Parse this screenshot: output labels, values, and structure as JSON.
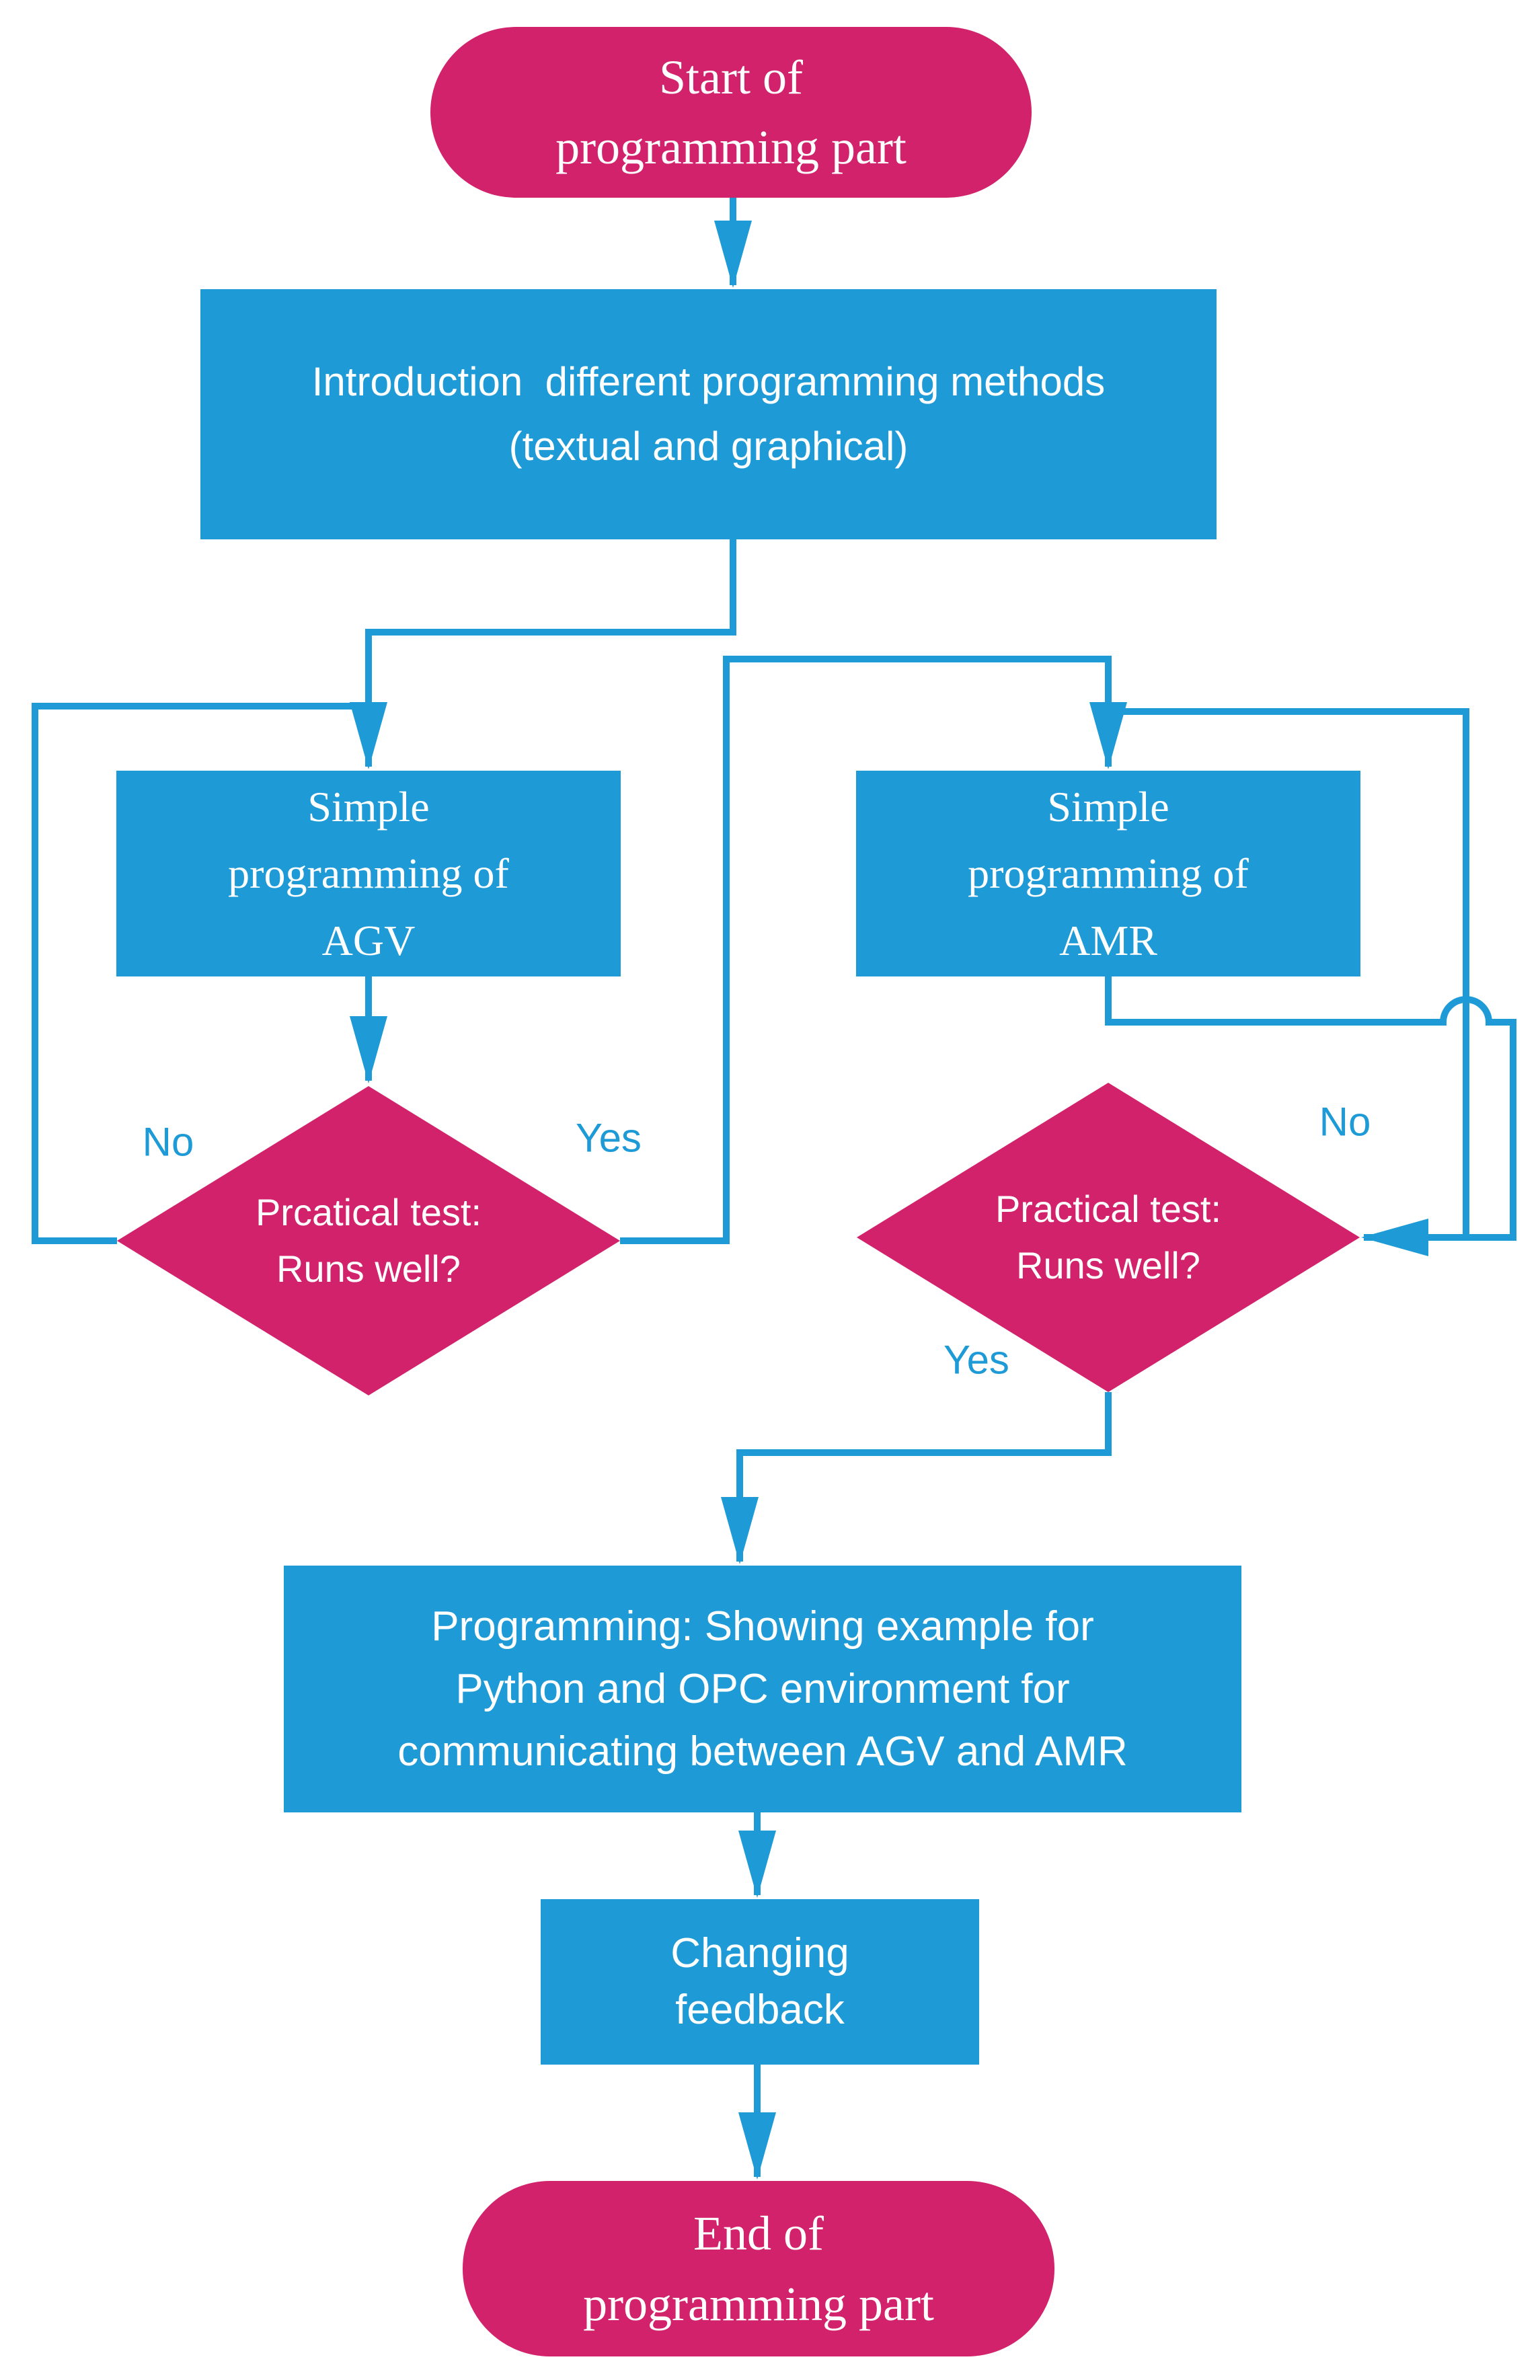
{
  "diagram": {
    "nodes": {
      "start": {
        "type": "terminator",
        "label": "Start of\nprogramming part"
      },
      "intro": {
        "type": "process",
        "label": "Introduction  different programming methods\n(textual and graphical)"
      },
      "agv": {
        "type": "process",
        "label": "Simple\nprogramming of\nAGV"
      },
      "amr": {
        "type": "process",
        "label": "Simple\nprogramming of\nAMR"
      },
      "agv_test": {
        "type": "decision",
        "label": "Prcatical test:\nRuns well?"
      },
      "amr_test": {
        "type": "decision",
        "label": "Practical test:\nRuns well?"
      },
      "programming": {
        "type": "process",
        "label": "Programming: Showing example for\nPython and OPC environment for\ncommunicating between AGV and AMR"
      },
      "feedback": {
        "type": "process",
        "label": "Changing\nfeedback"
      },
      "end": {
        "type": "terminator",
        "label": "End of\nprogramming part"
      }
    },
    "edge_labels": {
      "agv_no": "No",
      "agv_yes": "Yes",
      "amr_no": "No",
      "amr_yes": "Yes"
    },
    "colors": {
      "pink": "#D2226B",
      "blue": "#1E9BD7",
      "line": "#1E9BD7",
      "text_on_fill": "#FFFFFF"
    }
  }
}
